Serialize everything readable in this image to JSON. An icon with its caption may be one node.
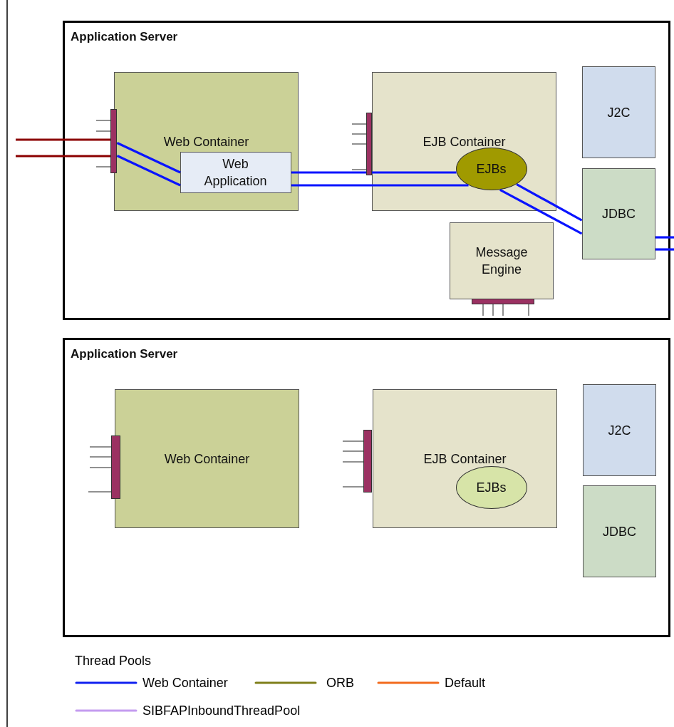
{
  "diagram": {
    "nodes": [
      {
        "text": [
          "Application Server"
        ]
      },
      {
        "text": [
          "Web Container"
        ],
        "in": 0
      },
      {
        "text": [
          "Web Application"
        ],
        "in": 1
      },
      {
        "text": [
          "EJB Container"
        ],
        "in": 0
      },
      {
        "text": [
          "EJBs"
        ],
        "in": 3
      },
      {
        "text": [
          "J2C"
        ],
        "in": 0
      },
      {
        "text": [
          "JDBC"
        ],
        "in": 0
      },
      {
        "text": [
          "Message Engine"
        ],
        "in": 0
      },
      {
        "text": [
          "Application Server"
        ]
      },
      {
        "text": [
          "Web Container"
        ],
        "in": 8
      },
      {
        "text": [
          "EJB Container"
        ],
        "in": 8
      },
      {
        "text": [
          "EJBs"
        ],
        "in": 10
      },
      {
        "text": [
          "J2C"
        ],
        "in": 8
      },
      {
        "text": [
          "JDBC"
        ],
        "in": 8
      },
      {
        "text": [],
        "shape": "bar",
        "in": 0
      },
      {
        "text": [],
        "shape": "bar",
        "in": 0
      },
      {
        "text": [],
        "shape": "bar",
        "in": 0
      },
      {
        "text": [],
        "shape": "bar",
        "in": 8
      },
      {
        "text": [],
        "shape": "bar",
        "in": 8
      }
    ],
    "edges": [
      {
        "from": null,
        "to": 14,
        "arrow": "none",
        "color": "#8b0000"
      },
      {
        "from": null,
        "to": 14,
        "arrow": "none",
        "color": "#8b0000"
      },
      {
        "from": 14,
        "to": 2,
        "arrow": "none"
      },
      {
        "from": 14,
        "to": 2,
        "arrow": "none"
      },
      {
        "from": 2,
        "to": 4,
        "arrow": "none"
      },
      {
        "from": 2,
        "to": 4,
        "arrow": "none"
      },
      {
        "from": 4,
        "to": 6,
        "arrow": "none"
      },
      {
        "from": 4,
        "to": 6,
        "arrow": "none"
      },
      {
        "from": 6,
        "to": null,
        "arrow": "none"
      },
      {
        "from": 6,
        "to": null,
        "arrow": "none"
      }
    ],
    "labels": [
      "Thread Pools"
    ],
    "legend": [
      {
        "text": "Web Container"
      },
      {
        "text": "ORB"
      },
      {
        "text": "Default"
      },
      {
        "text": "SIBFAPInboundThreadPool"
      }
    ]
  }
}
